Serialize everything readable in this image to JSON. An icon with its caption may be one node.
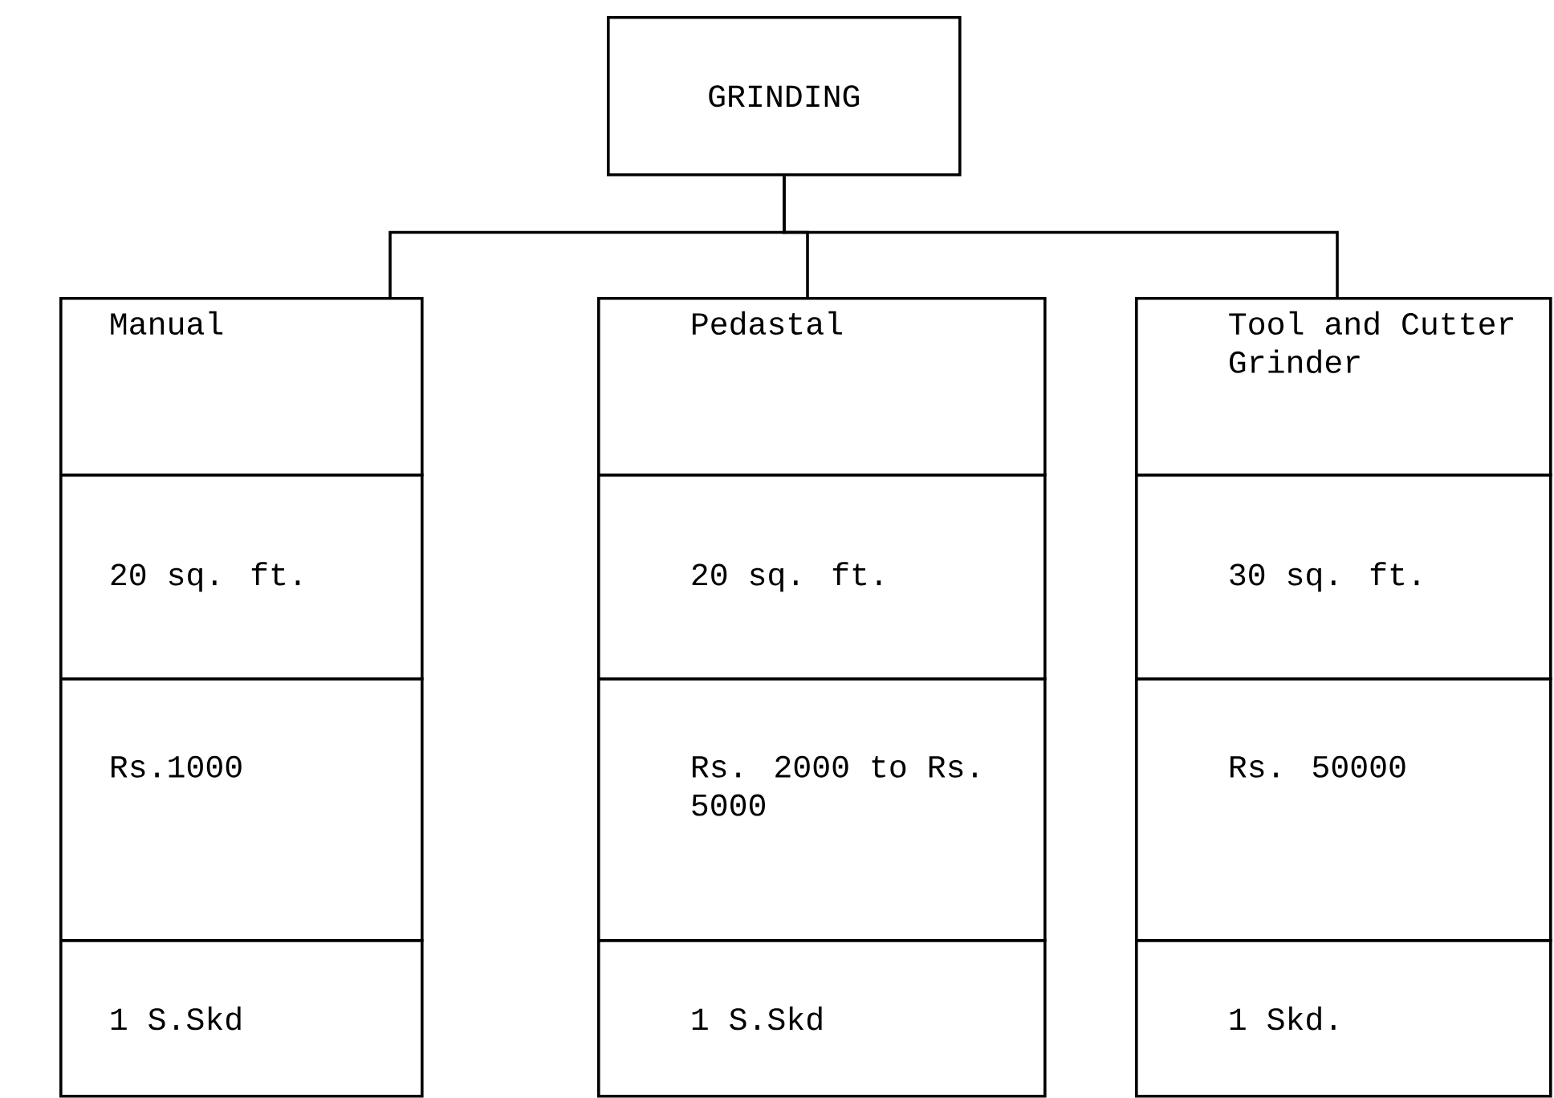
{
  "diagram": {
    "nodes": [
      {
        "text": [
          "GRINDING"
        ]
      },
      {
        "text": [
          "Manual"
        ]
      },
      {
        "text": [
          "20 sq. ft."
        ]
      },
      {
        "text": [
          "Rs.1000"
        ]
      },
      {
        "text": [
          "1 S.Skd"
        ]
      },
      {
        "text": [
          "Pedastal"
        ]
      },
      {
        "text": [
          "20 sq. ft."
        ]
      },
      {
        "text": [
          "Rs. 2000 to Rs. 5000"
        ]
      },
      {
        "text": [
          "1 S.Skd"
        ]
      },
      {
        "text": [
          "Tool and Cutter Grinder"
        ]
      },
      {
        "text": [
          "30 sq. ft."
        ]
      },
      {
        "text": [
          "Rs. 50000"
        ]
      },
      {
        "text": [
          "1 Skd."
        ]
      }
    ],
    "edges": [
      {
        "from": 0,
        "to": 1,
        "arrow": "none"
      },
      {
        "from": 0,
        "to": 5,
        "arrow": "none"
      },
      {
        "from": 0,
        "to": 9,
        "arrow": "none"
      }
    ]
  }
}
